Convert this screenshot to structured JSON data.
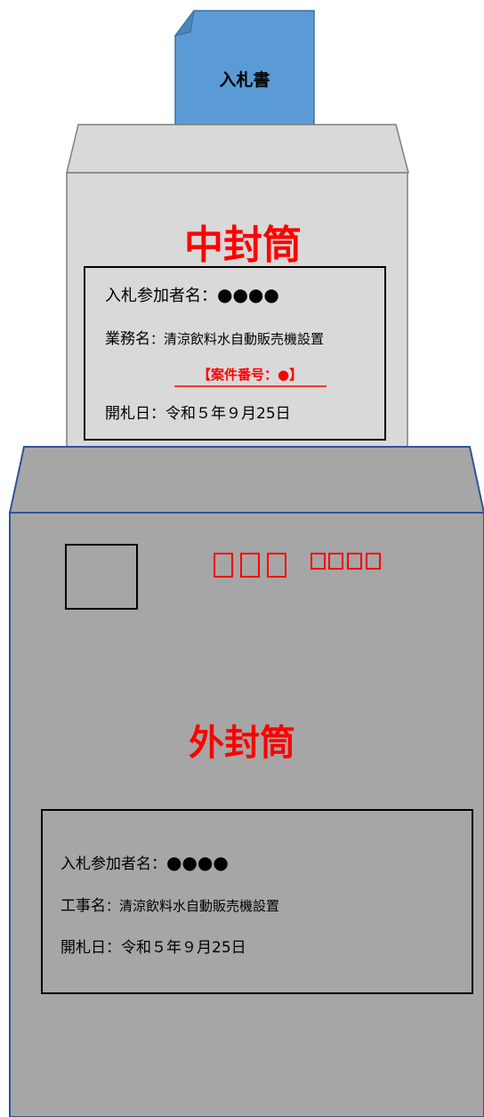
{
  "bid_document": {
    "label": "入札書"
  },
  "inner_envelope": {
    "title": "中封筒",
    "bidder_label": "入札参加者名：",
    "bidder_value": "●●●●",
    "work_label": "業務名",
    "work_value": "：清涼飲料水自動販売機設置",
    "case_number": "【案件番号：●】",
    "opening_label": "開札日：",
    "opening_value": "令和５年９月25日"
  },
  "outer_envelope": {
    "title": "外封筒",
    "bidder_label": "入札参加者名：",
    "bidder_value": "●●●●",
    "work_label": "工事名",
    "work_value": "：清涼飲料水自動販売機設置",
    "opening_label": "開札日：",
    "opening_value": "令和５年９月25日"
  },
  "colors": {
    "doc_fill": "#5b9bd5",
    "doc_stroke": "#41719c",
    "inner_fill": "#d9d9d9",
    "outer_fill": "#a6a6a6",
    "outline": "#7f7f7f",
    "outer_stroke": "#2f5597",
    "accent_red": "#ff0000"
  }
}
